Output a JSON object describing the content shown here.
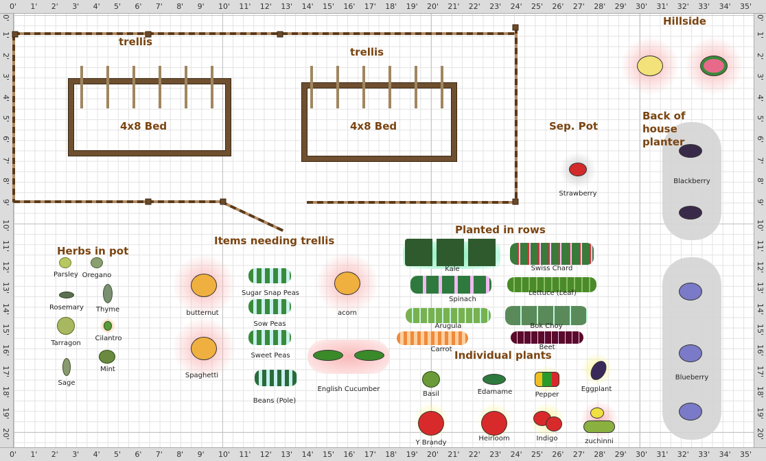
{
  "rulers": {
    "x": [
      "0'",
      "1'",
      "2'",
      "3'",
      "4'",
      "5'",
      "6'",
      "7'",
      "8'",
      "9'",
      "10'",
      "11'",
      "12'",
      "13'",
      "14'",
      "15'",
      "16'",
      "17'",
      "18'",
      "19'",
      "20'",
      "21'",
      "22'",
      "23'",
      "24'",
      "25'",
      "26'",
      "27'",
      "28'",
      "29'",
      "30'",
      "31'",
      "32'",
      "33'",
      "34'",
      "35'"
    ],
    "y": [
      "0'",
      "1'",
      "2'",
      "3'",
      "4'",
      "5'",
      "6'",
      "7'",
      "8'",
      "9'",
      "10'",
      "11'",
      "12'",
      "13'",
      "14'",
      "15'",
      "16'",
      "17'",
      "18'",
      "19'",
      "20'"
    ]
  },
  "labels": {
    "trellis1": "trellis",
    "trellis2": "trellis",
    "bed1": "4x8 Bed",
    "bed2": "4x8 Bed",
    "sep_pot": "Sep. Pot",
    "hillside": "Hillside",
    "planter": "Back of house planter",
    "items_trellis": "Items needing trellis",
    "herbs": "Herbs in pot",
    "rows": "Planted in rows",
    "individual": "Individual plants"
  },
  "plants": {
    "strawberry": "Strawberry",
    "blackberry": "Blackberry",
    "blueberry": "Blueberry",
    "parsley": "Parsley",
    "oregano": "Oregano",
    "rosemary": "Rosemary",
    "thyme": "Thyme",
    "tarragon": "Tarragon",
    "cilantro": "Cilantro",
    "sage": "Sage",
    "mint": "Mint",
    "butternut": "butternut",
    "spaghetti": "Spaghetti",
    "acorn": "acorn",
    "sugar_snap": "Sugar Snap Peas",
    "sow_peas": "Sow Peas",
    "sweet_peas": "Sweet Peas",
    "beans": "Beans (Pole)",
    "cucumber": "English Cucumber",
    "kale": "Kale",
    "chard": "Swiss Chard",
    "spinach": "Spinach",
    "lettuce": "Lettuce (Leaf)",
    "arugula": "Arugula",
    "bok_choy": "Bok Choy",
    "carrot": "Carrot",
    "beet": "Beet",
    "basil": "Basil",
    "edamame": "Edamame",
    "pepper": "Pepper",
    "eggplant": "Eggplant",
    "y_brandy": "Y Brandy",
    "heirloom": "Heirloom",
    "indigo": "Indigo",
    "zucchini": "zuchinni"
  },
  "colors": {
    "label": "#7a4410",
    "glow_pink": "#f9b8b8",
    "glow_yellow": "#fbf59a",
    "glow_green": "#8ff0c0",
    "glow_magenta": "#f2b8f2",
    "glow_orange": "#fbcf9a"
  }
}
